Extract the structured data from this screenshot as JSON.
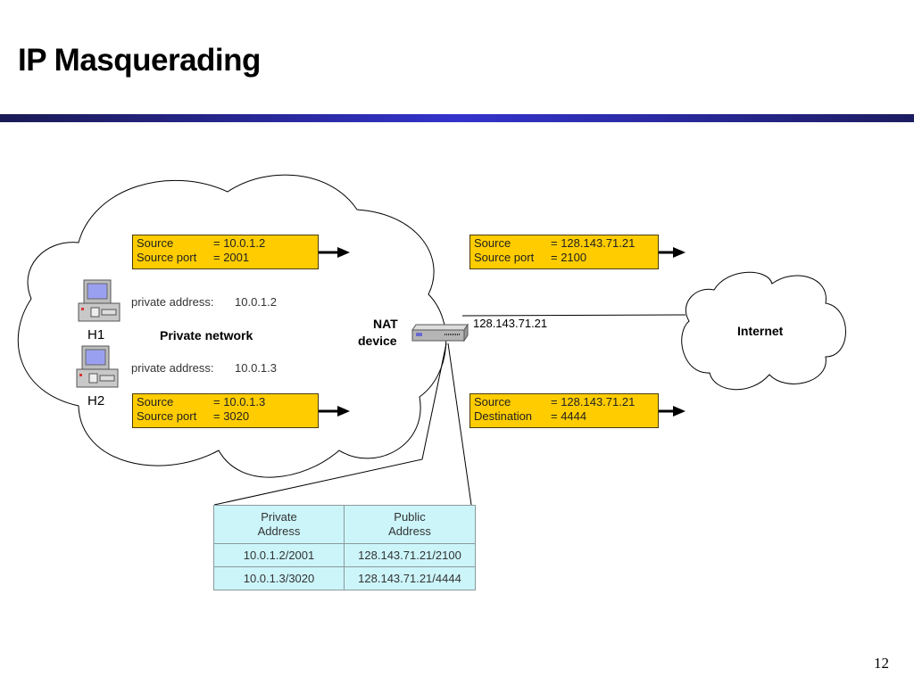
{
  "slide": {
    "title": "IP Masquerading",
    "page_number": "12"
  },
  "private_network": {
    "label": "Private network",
    "hosts": [
      {
        "name": "H1",
        "address_label": "private address:",
        "address": "10.0.1.2",
        "icon": "desktop-computer-icon"
      },
      {
        "name": "H2",
        "address_label": "private address:",
        "address": "10.0.1.3",
        "icon": "desktop-computer-icon"
      }
    ]
  },
  "nat_device": {
    "label_line1": "NAT",
    "label_line2": "device",
    "public_ip": "128.143.71.21",
    "icon": "network-router-icon"
  },
  "internet": {
    "label": "Internet"
  },
  "packets": {
    "h1_outgoing": {
      "row1_key": "Source",
      "row1_val": "= 10.0.1.2",
      "row2_key": "Source port",
      "row2_val": "= 2001"
    },
    "h2_outgoing": {
      "row1_key": "Source",
      "row1_val": "= 10.0.1.3",
      "row2_key": "Source port",
      "row2_val": "= 3020"
    },
    "h1_translated": {
      "row1_key": "Source",
      "row1_val": "= 128.143.71.21",
      "row2_key": "Source port",
      "row2_val": "= 2100"
    },
    "h2_translated": {
      "row1_key": "Source",
      "row1_val": "= 128.143.71.21",
      "row2_key": "Destination",
      "row2_val": "= 4444"
    }
  },
  "nat_table": {
    "headers": [
      {
        "line1": "Private",
        "line2": "Address"
      },
      {
        "line1": "Public",
        "line2": "Address"
      }
    ],
    "rows": [
      [
        "10.0.1.2/2001",
        "128.143.71.21/2100"
      ],
      [
        "10.0.1.3/3020",
        "128.143.71.21/4444"
      ]
    ]
  },
  "colors": {
    "packet_fill": "#ffcc00",
    "table_fill": "#ccf5fa",
    "rule_accent": "#3333cc"
  }
}
